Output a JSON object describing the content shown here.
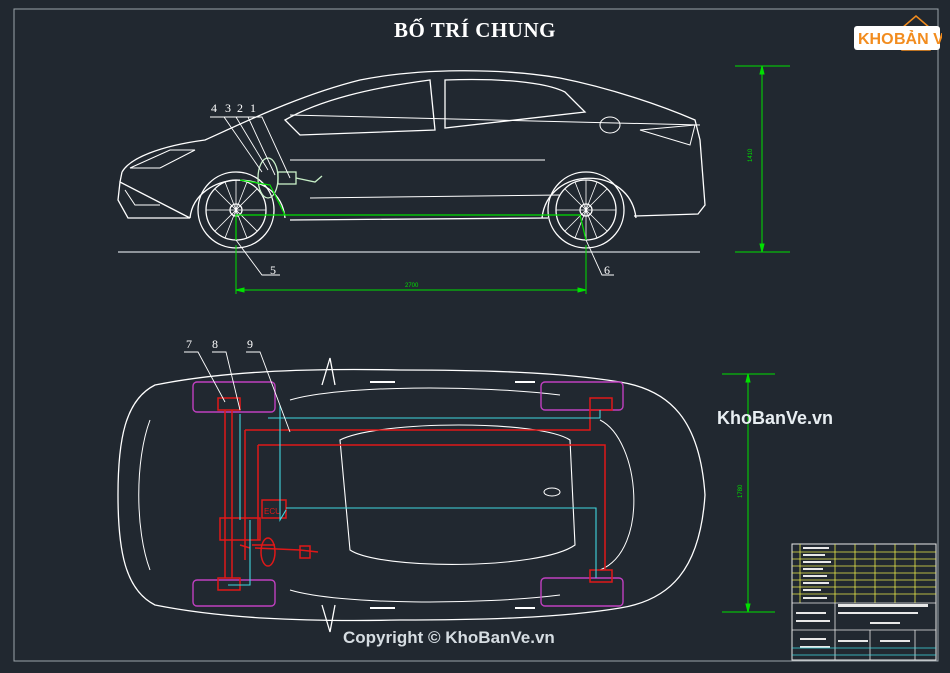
{
  "drawing": {
    "title": "BỐ TRÍ CHUNG",
    "logo": {
      "prefix": "KHO",
      "suffix": "BẢN VẼ"
    },
    "watermark": "KhoBanVe.vn",
    "copyright": "Copyright © KhoBanVe.vn"
  },
  "side_view": {
    "part_numbers": [
      "4",
      "3",
      "2",
      "1",
      "5",
      "6"
    ],
    "dimensions": {
      "wheelbase": "2700",
      "height": "1410"
    }
  },
  "top_view": {
    "part_numbers": [
      "7",
      "8",
      "9"
    ],
    "ecu_label": "ECU",
    "dimensions": {
      "width": "1780"
    }
  },
  "colors": {
    "background": "#212830",
    "outline": "#ffffff",
    "dimension": "#00e000",
    "brake_line": "#e01818",
    "signal_line": "#40d8e0",
    "wheel_box": "#c040c0",
    "title_block": "#e8e84a",
    "logo_orange": "#f28c1e"
  }
}
